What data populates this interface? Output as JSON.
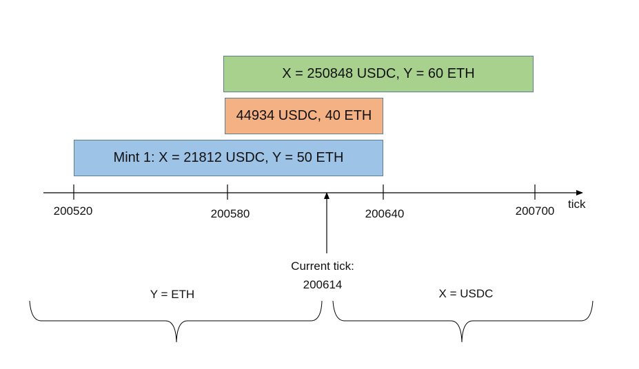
{
  "colors": {
    "green_box": "#a9d18e",
    "orange_box": "#f4b183",
    "blue_box": "#9dc3e6",
    "box_border": "#5d7d93",
    "line": "#000000"
  },
  "ranges": [
    {
      "label": "X = 250848 USDC, Y = 60 ETH",
      "tick_lower": 200580,
      "tick_upper": 200700
    },
    {
      "label": "44934 USDC, 40 ETH",
      "tick_lower": 200580,
      "tick_upper": 200640
    },
    {
      "label": "Mint 1: X = 21812 USDC, Y = 50 ETH",
      "tick_lower": 200520,
      "tick_upper": 200640
    }
  ],
  "axis": {
    "label": "tick",
    "ticks": [
      "200520",
      "200580",
      "200640",
      "200700"
    ]
  },
  "current_tick": {
    "line1": "Current tick:",
    "line2": "200614"
  },
  "braces": {
    "left_label": "Y = ETH",
    "right_label": "X = USDC"
  }
}
